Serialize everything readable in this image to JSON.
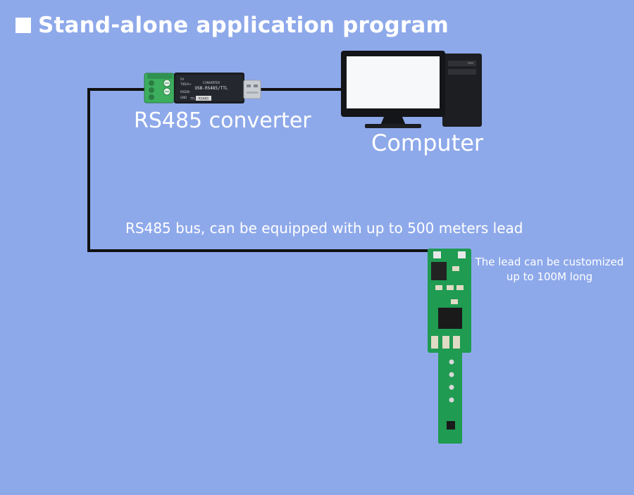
{
  "title": "Stand-alone application program",
  "converter": {
    "label": "RS485 converter",
    "device_text": {
      "main": "USB-RS485/TTL",
      "sub": "CONVERTER",
      "badge": "RS485",
      "ttl": "TTL",
      "pins": [
        "5V",
        "TXD/A+",
        "RXD/B-",
        "GND"
      ]
    }
  },
  "computer": {
    "label": "Computer"
  },
  "bus": {
    "label": "RS485 bus, can be equipped with up to 500 meters lead"
  },
  "sensor": {
    "note_line1": "The lead can be customized",
    "note_line2": "up to 100M long"
  },
  "colors": {
    "background": "#8ea9ea",
    "cable": "#111111",
    "pcb": "#1f9b52",
    "terminal": "#3cae5e",
    "usb_metal": "#c9ccd1"
  }
}
